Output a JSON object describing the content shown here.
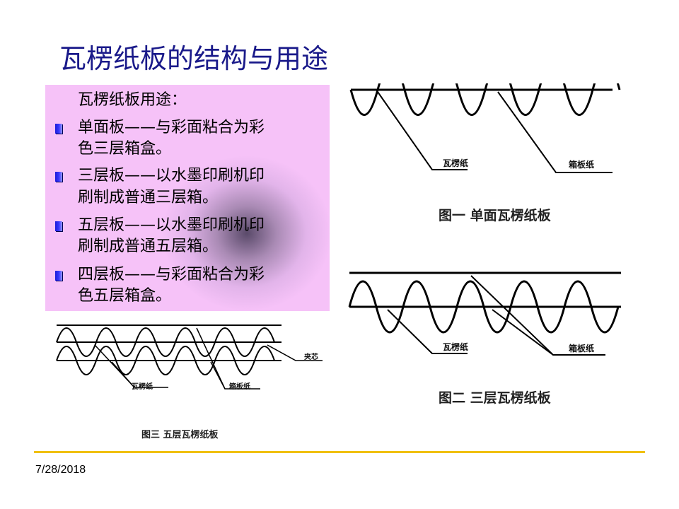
{
  "slide": {
    "title": "瓦楞纸板的结构与用途",
    "date": "7/28/2018"
  },
  "uses": {
    "heading": "瓦楞纸板用途：",
    "items": [
      {
        "line1": "单面板——与彩面粘合为彩",
        "line2": "色三层箱盒。"
      },
      {
        "line1": "三层板——以水墨印刷机印",
        "line2": "刷制成普通三层箱。"
      },
      {
        "line1": "五层板——以水墨印刷机印",
        "line2": "刷制成普通五层箱。"
      },
      {
        "line1": "四层板——与彩面粘合为彩",
        "line2": "色五层箱盒。"
      }
    ],
    "bullet_color": "#2a2aff",
    "panel_color": "#f6c2f8"
  },
  "figures": {
    "fig1": {
      "caption": "图一  单面瓦楞纸板",
      "label_fluting": "瓦楞纸",
      "label_liner": "箱板纸"
    },
    "fig2": {
      "caption": "图二  三层瓦楞纸板",
      "label_fluting": "瓦楞纸",
      "label_liner": "箱板纸"
    },
    "fig3": {
      "caption": "图三   五层瓦楞纸板",
      "label_fluting": "瓦楞纸",
      "label_liner": "箱板纸",
      "label_core": "夹芯"
    }
  }
}
